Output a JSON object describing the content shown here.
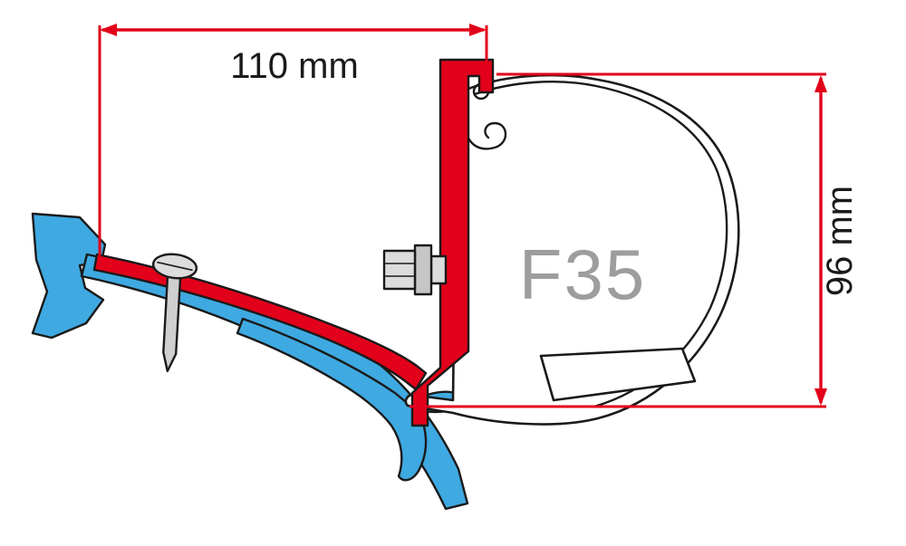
{
  "diagram": {
    "product_label": "F35",
    "dimensions": {
      "width_label": "110 mm",
      "height_label": "96 mm"
    },
    "colors": {
      "dimension_red": "#e2001a",
      "bracket_red": "#e2001a",
      "roof_blue": "#3fa9e1",
      "outline_black": "#1a1a1a",
      "label_grey": "#9d9d9c",
      "metal_light": "#dcdcdc",
      "metal_mid": "#c6c6c6",
      "metal_shaft": "#cfcfcf",
      "white": "#ffffff"
    }
  }
}
